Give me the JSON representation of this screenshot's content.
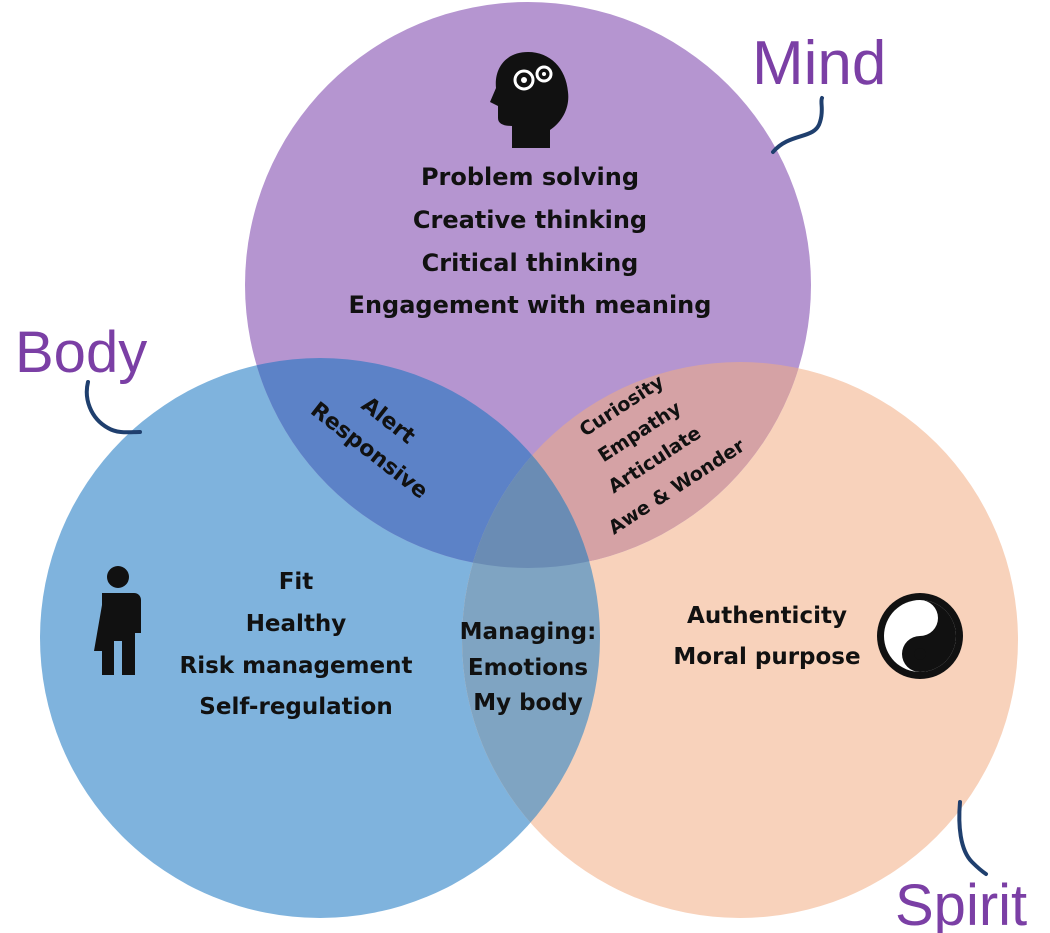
{
  "colors": {
    "mind": "#b595d0",
    "body": "#7fb3dd",
    "spirit": "#f8d2bb",
    "mind_body": "#5c82c7",
    "mind_spirit": "#d5a2a5",
    "center": "#6a8cb4",
    "body_spirit": "#7fa4c2",
    "title": "#7b3fa5",
    "connector": "#1f3f6e"
  },
  "titles": {
    "mind": "Mind",
    "body": "Body",
    "spirit": "Spirit"
  },
  "icons": {
    "mind": "head-gears-icon",
    "body": "person-icon",
    "spirit": "yin-yang-icon"
  },
  "mind": {
    "items": [
      "Problem solving",
      "Creative thinking",
      "Critical thinking",
      "Engagement with meaning"
    ]
  },
  "body": {
    "items": [
      "Fit",
      "Healthy",
      "Risk management",
      "Self-regulation"
    ]
  },
  "spirit": {
    "items": [
      "Authenticity",
      "Moral purpose"
    ]
  },
  "mind_body": {
    "items": [
      "Alert",
      "Responsive"
    ]
  },
  "mind_spirit": {
    "items": [
      "Curiosity",
      "Empathy",
      "Articulate",
      "Awe & Wonder"
    ]
  },
  "body_spirit": {
    "items": [
      "Managing:",
      "Emotions",
      "My body"
    ]
  }
}
